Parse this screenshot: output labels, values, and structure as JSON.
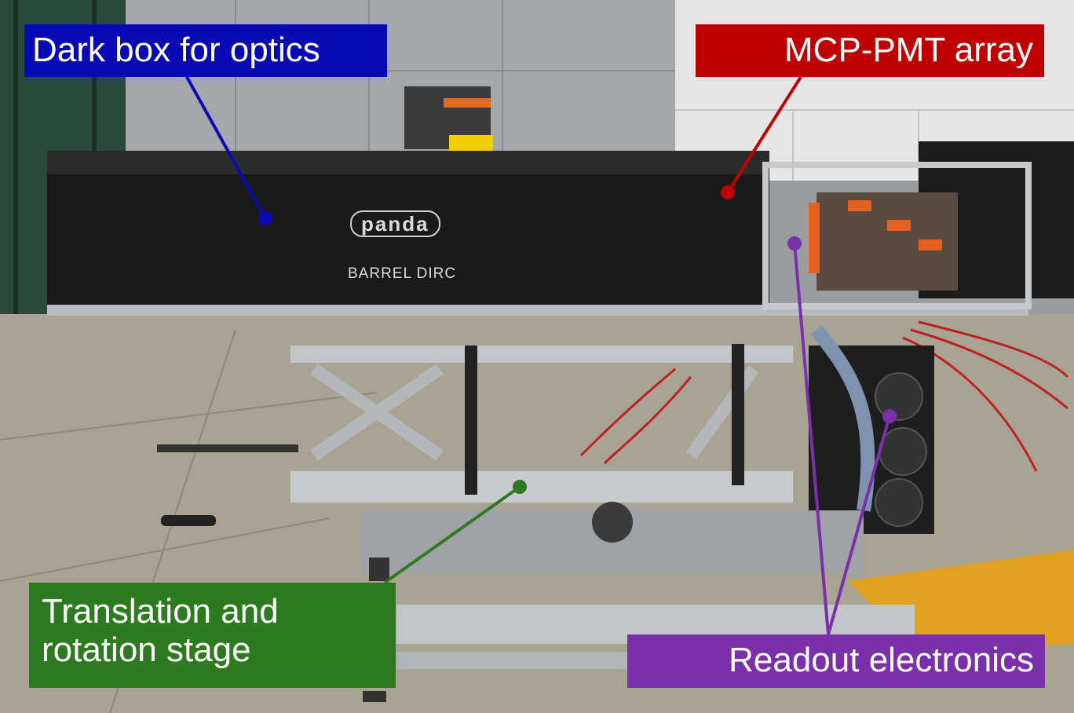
{
  "annotations": {
    "dark_box": {
      "text": "Dark box for optics",
      "color": "#0a0ab4"
    },
    "mcp_pmt": {
      "text": "MCP-PMT array",
      "color": "#c00000"
    },
    "translation": {
      "text": "Translation and rotation stage",
      "color": "#2e7a20"
    },
    "readout": {
      "text": "Readout electronics",
      "color": "#7a30a8"
    }
  },
  "device_markings": {
    "logo": "panda",
    "subtitle": "BARREL DIRC"
  }
}
